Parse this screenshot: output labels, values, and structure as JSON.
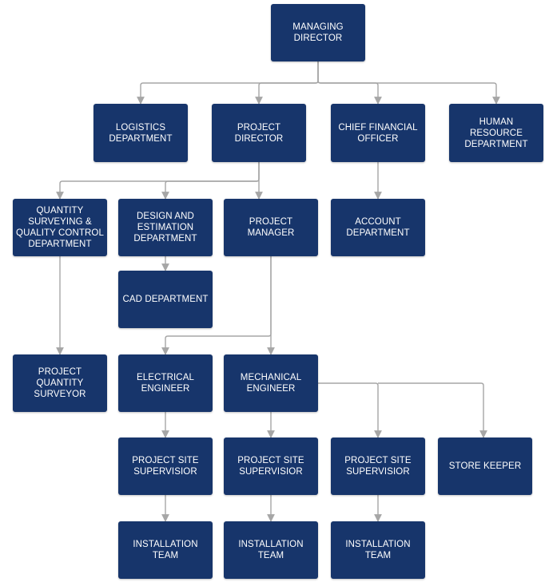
{
  "colors": {
    "box_fill": "#17356b",
    "box_text": "#ffffff",
    "connector": "#a6a6a6",
    "background": "#ffffff"
  },
  "org_chart": {
    "nodes": {
      "managing_director": "MANAGING\nDIRECTOR",
      "logistics": "LOGISTICS\nDEPARTMENT",
      "project_director": "PROJECT\nDIRECTOR",
      "cfo": "CHIEF FINANCIAL\nOFFICER",
      "hr": "HUMAN RESOURCE\nDEPARTMENT",
      "qs_qc": "QUANTITY\nSURVEYING &\nQUALITY CONTROL\nDEPARTMENT",
      "design_estimation": "DESIGN AND\nESTIMATION\nDEPARTMENT",
      "project_manager": "PROJECT\nMANAGER",
      "account": "ACCOUNT\nDEPARTMENT",
      "cad": "CAD DEPARTMENT",
      "project_qs": "PROJECT\nQUANTITY\nSURVEYOR",
      "electrical_engineer": "ELECTRICAL\nENGINEER",
      "mechanical_engineer": "MECHANICAL\nENGINEER",
      "site_supervisor_1": "PROJECT SITE\nSUPERVISIOR",
      "site_supervisor_2": "PROJECT SITE\nSUPERVISIOR",
      "site_supervisor_3": "PROJECT SITE\nSUPERVISIOR",
      "store_keeper": "STORE KEEPER",
      "installation_team_1": "INSTALLATION\nTEAM",
      "installation_team_2": "INSTALLATION\nTEAM",
      "installation_team_3": "INSTALLATION\nTEAM"
    },
    "edges": [
      [
        "managing_director",
        "logistics"
      ],
      [
        "managing_director",
        "project_director"
      ],
      [
        "managing_director",
        "cfo"
      ],
      [
        "managing_director",
        "hr"
      ],
      [
        "project_director",
        "qs_qc"
      ],
      [
        "project_director",
        "design_estimation"
      ],
      [
        "project_director",
        "project_manager"
      ],
      [
        "cfo",
        "account"
      ],
      [
        "design_estimation",
        "cad"
      ],
      [
        "qs_qc",
        "project_qs"
      ],
      [
        "project_manager",
        "electrical_engineer"
      ],
      [
        "project_manager",
        "mechanical_engineer"
      ],
      [
        "electrical_engineer",
        "site_supervisor_1"
      ],
      [
        "mechanical_engineer",
        "site_supervisor_2"
      ],
      [
        "mechanical_engineer",
        "site_supervisor_3"
      ],
      [
        "mechanical_engineer",
        "store_keeper"
      ],
      [
        "site_supervisor_1",
        "installation_team_1"
      ],
      [
        "site_supervisor_2",
        "installation_team_2"
      ],
      [
        "site_supervisor_3",
        "installation_team_3"
      ]
    ]
  }
}
